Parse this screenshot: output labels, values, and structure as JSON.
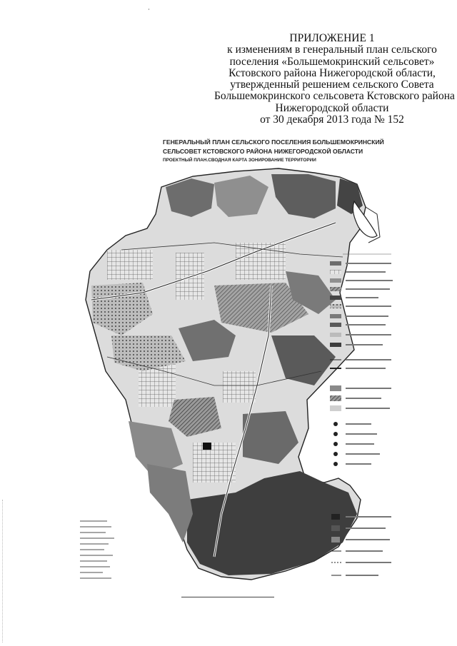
{
  "appendix": {
    "lines": [
      "ПРИЛОЖЕНИЕ 1",
      "к изменениям в генеральный план сельского",
      "поселения «Большемокринский сельсовет»",
      "Кстовского района Нижегородской области,",
      "утвержденный решением сельского Совета",
      "Большемокринского сельсовета Кстовского района",
      "Нижегородской области",
      "от 30 декабря 2013 года № 152"
    ]
  },
  "map": {
    "title_line1": "ГЕНЕРАЛЬНЫЙ ПЛАН СЕЛЬСКОГО ПОСЕЛЕНИЯ БОЛЬШЕМОКРИНСКИЙ",
    "title_line2": "СЕЛЬСОВЕТ КСТОВСКОГО РАЙОНА НИЖЕГОРОДСКОЙ ОБЛАСТИ",
    "subtitle": "ПРОЕКТНЫЙ ПЛАН.СВОДНАЯ КАРТА ЗОНИРОВАНИЕ ТЕРРИТОРИИ"
  },
  "colors": {
    "ink": "#111111",
    "map_dark": "#3a3a3a",
    "map_mid": "#8a8a8a",
    "map_light": "#cfcfcf"
  }
}
